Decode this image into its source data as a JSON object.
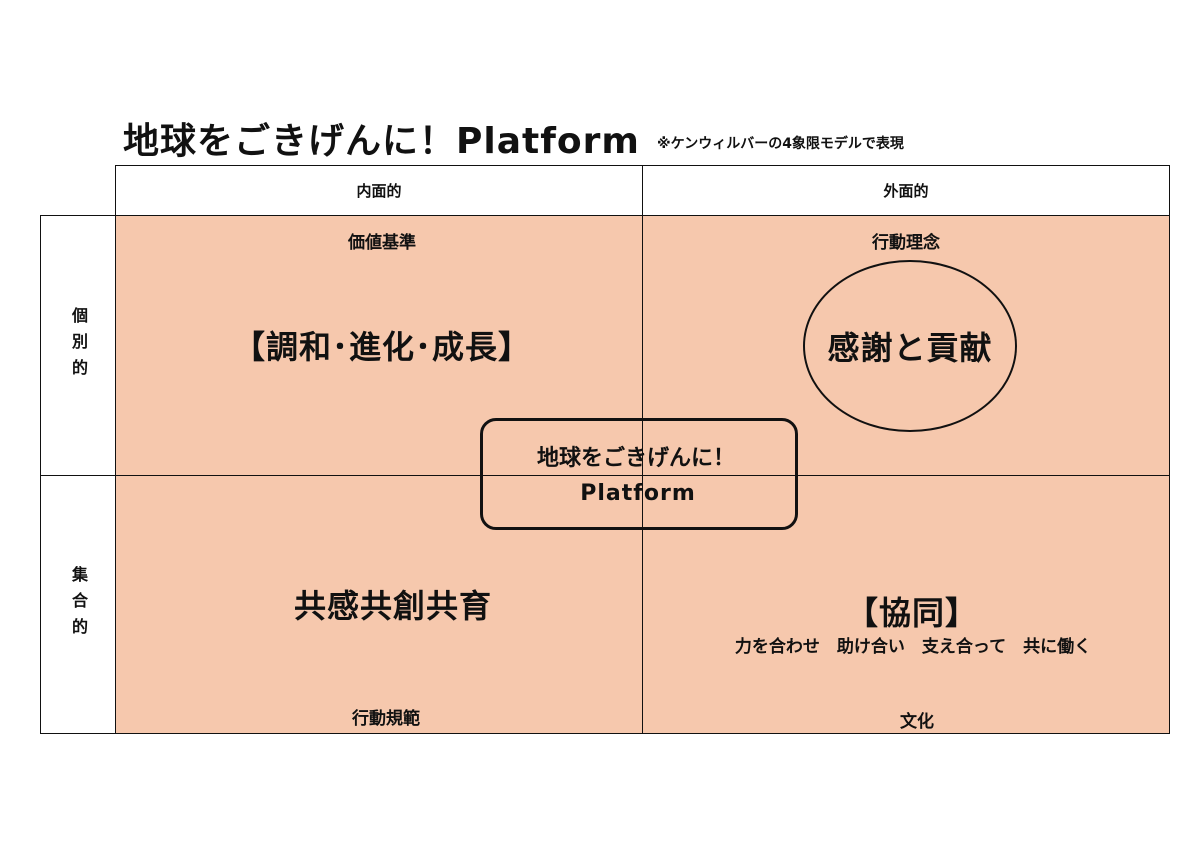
{
  "header": {
    "title": "地球をごきげんに！Platform",
    "subtitle": "※ケンウィルバーの4象限モデルで表現"
  },
  "columns": {
    "interior": "内面的",
    "exterior": "外面的"
  },
  "rows": {
    "individual": "個別的",
    "collective": "集合的"
  },
  "quadrants": {
    "upper_left": {
      "caption": "価値基準",
      "main": "【調和･進化･成長】"
    },
    "upper_right": {
      "caption": "行動理念",
      "main": "感謝と貢献"
    },
    "lower_left": {
      "caption": "行動規範",
      "main": "共感共創共育"
    },
    "lower_right": {
      "caption": "文化",
      "main": "【協同】",
      "sub": "力を合わせ　助け合い　支え合って　共に働く"
    }
  },
  "center": {
    "line1": "地球をごきげんに！",
    "line2": "Platform"
  },
  "colors": {
    "quadrant_fill": "#f6c8ad",
    "border": "#111111"
  }
}
